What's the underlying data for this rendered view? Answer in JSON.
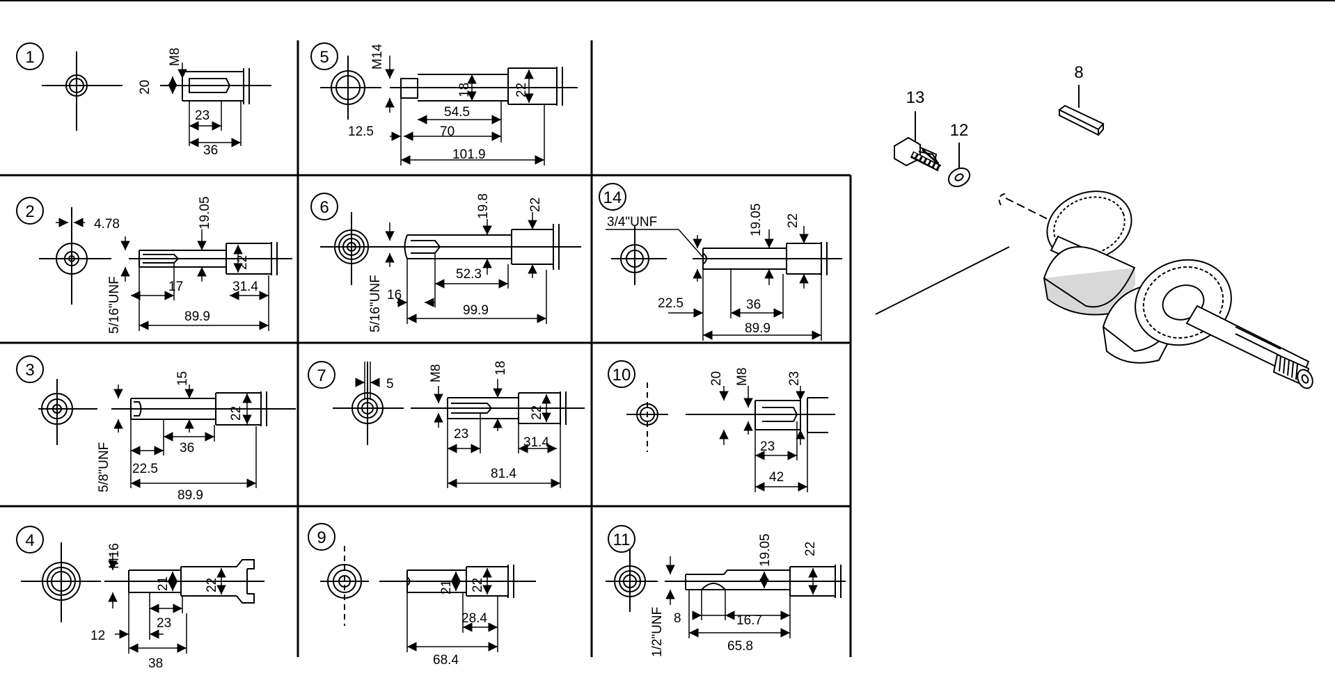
{
  "panels": [
    {
      "id": "1",
      "dims": [
        "M8",
        "20",
        "23",
        "36"
      ]
    },
    {
      "id": "5",
      "dims": [
        "M14",
        "18",
        "22",
        "54.5",
        "12.5",
        "70",
        "101.9"
      ]
    },
    {
      "id": "2",
      "dims": [
        "4.78",
        "19.05",
        "22",
        "5/16\"UNF",
        "17",
        "31.4",
        "89.9"
      ]
    },
    {
      "id": "6",
      "dims": [
        "19.8",
        "22",
        "5/16\"UNF",
        "52.3",
        "16",
        "99.9"
      ]
    },
    {
      "id": "14",
      "dims": [
        "3/4\"UNF",
        "19.05",
        "22",
        "22.5",
        "36",
        "89.9"
      ]
    },
    {
      "id": "3",
      "dims": [
        "15",
        "22",
        "5/8\"UNF",
        "22.5",
        "36",
        "89.9"
      ]
    },
    {
      "id": "7",
      "dims": [
        "5",
        "M8",
        "18",
        "22",
        "23",
        "31.4",
        "81.4"
      ]
    },
    {
      "id": "10",
      "dims": [
        "20",
        "M8",
        "23",
        "23",
        "42"
      ]
    },
    {
      "id": "4",
      "dims": [
        "M16",
        "21",
        "22",
        "12",
        "23",
        "38"
      ]
    },
    {
      "id": "9",
      "dims": [
        "21",
        "22",
        "28.4",
        "68.4"
      ]
    },
    {
      "id": "11",
      "dims": [
        "19.05",
        "22",
        "1/2\"UNF",
        "8",
        "16.7",
        "65.8"
      ]
    }
  ],
  "parts": {
    "p13": "13",
    "p12": "12",
    "p8": "8"
  }
}
